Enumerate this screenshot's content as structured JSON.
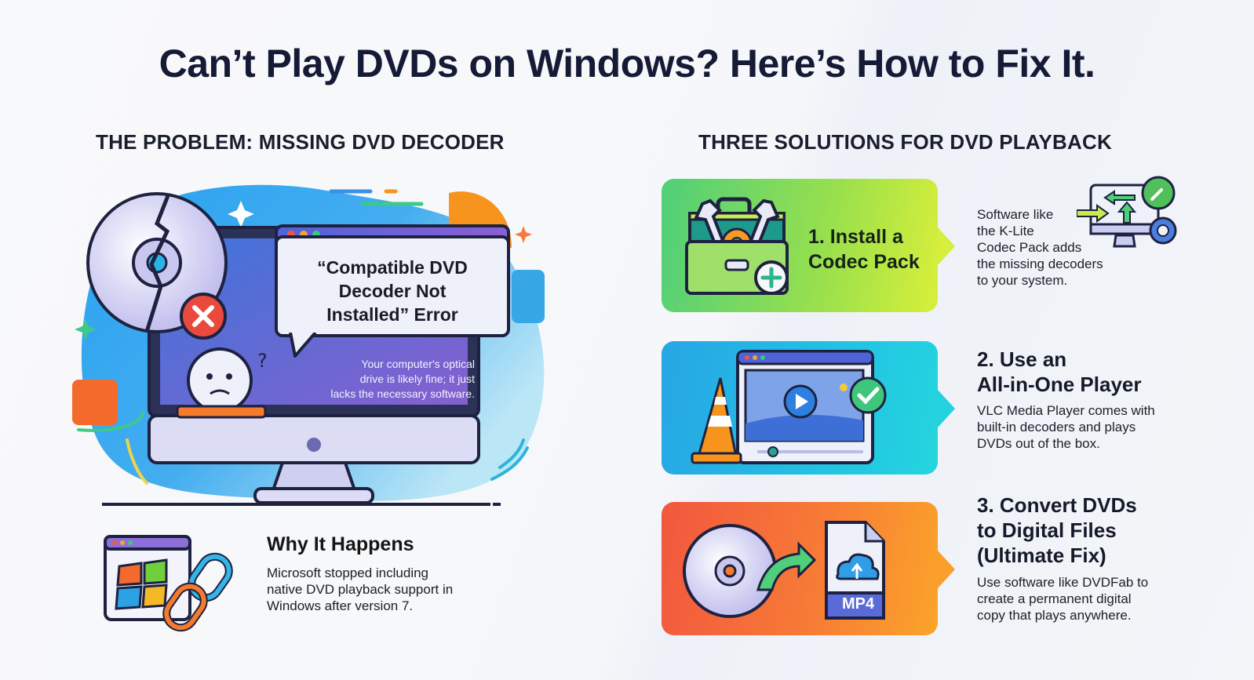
{
  "title": "Can’t Play DVDs on Windows? Here’s How to Fix It.",
  "problem": {
    "heading": "THE PROBLEM: MISSING DVD DECODER",
    "error_line1": "“Compatible DVD",
    "error_line2": "Decoder Not",
    "error_line3": "Installed” Error",
    "screen_line1": "Your computer's optical",
    "screen_line2": "drive is likely fine; it just",
    "screen_line3": "lacks the necessary software.",
    "why_title": "Why It Happens",
    "why_line1": "Microsoft stopped including",
    "why_line2": "native DVD playback support in",
    "why_line3": "Windows after version 7."
  },
  "solutions": {
    "heading": "THREE SOLUTIONS FOR DVD PLAYBACK",
    "items": [
      {
        "title_line1": "1. Install a",
        "title_line2": "Codec Pack",
        "desc_line1": "Software like",
        "desc_line2": "the K-Lite",
        "desc_line3": "Codec Pack adds",
        "desc_line4": "the missing decoders",
        "desc_line5": "to your system.",
        "color": "#7fd95a"
      },
      {
        "title_line1": "2. Use an",
        "title_line2": "All-in-One Player",
        "desc_line1": "VLC Media Player comes with",
        "desc_line2": "built-in decoders and plays",
        "desc_line3": "DVDs out of the box.",
        "color": "#22bde3"
      },
      {
        "title_line1": "3. Convert DVDs",
        "title_line2": "to Digital Files",
        "title_line3": "(Ultimate Fix)",
        "desc_line1": "Use software like DVDFab to",
        "desc_line2": "create a permanent digital",
        "desc_line3": "copy that plays anywhere.",
        "file_label": "MP4",
        "color": "#f77a36"
      }
    ]
  }
}
